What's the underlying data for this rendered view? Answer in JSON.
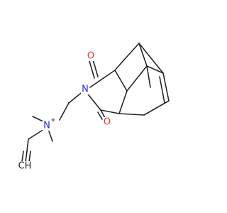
{
  "molecule": {
    "atoms": {
      "oxygen_top": "O",
      "oxygen_bottom": "O",
      "nitrogen_imide": "N",
      "nitrogen_ammonium": "N",
      "ammonium_charge": "+",
      "alkyne_terminal": "CH"
    },
    "colors": {
      "bond": "#262626",
      "oxygen": "#e8352e",
      "nitrogen": "#2b2bd8",
      "carbon": "#262626"
    }
  }
}
